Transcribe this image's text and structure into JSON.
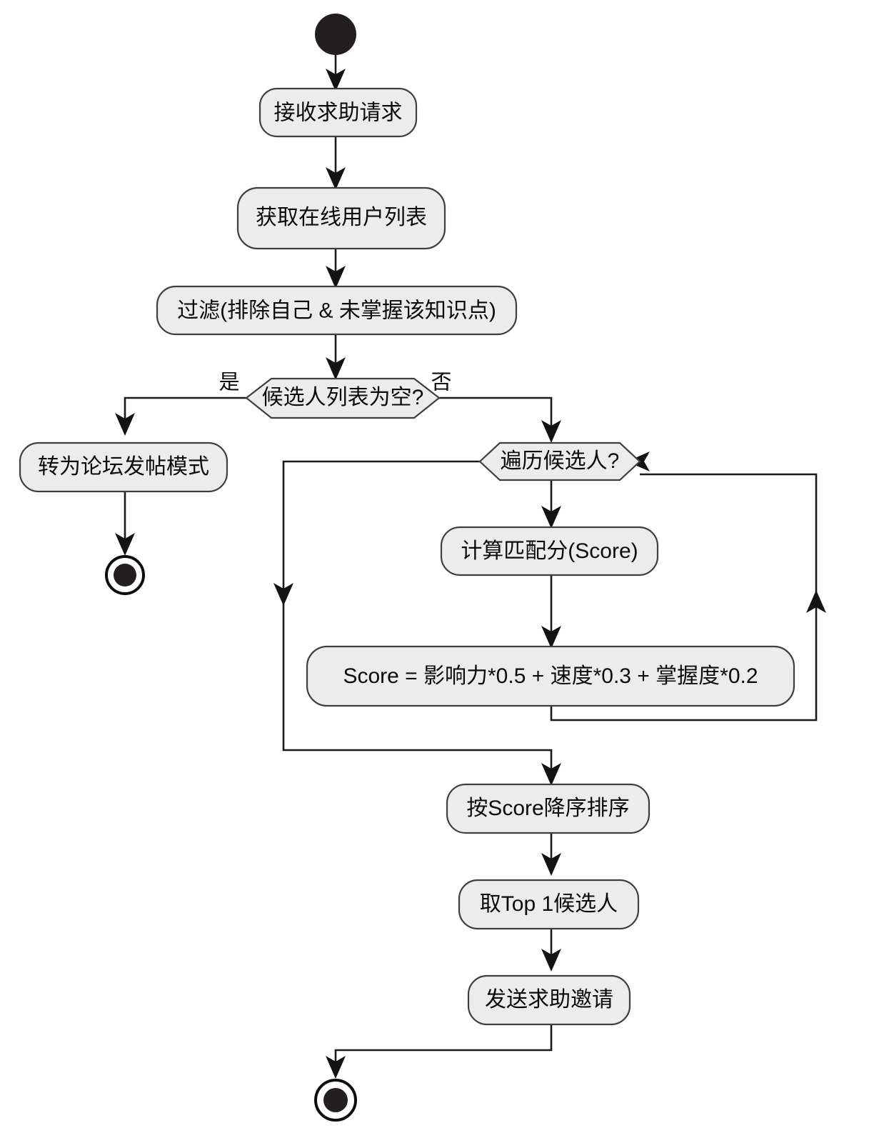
{
  "diagram": {
    "type": "uml-activity-flowchart",
    "orientation": "top-to-bottom",
    "background_color": "#ffffff",
    "node_fill_color": "#ececec",
    "node_stroke_color": "#3f3f3f",
    "edge_color": "#1b1b1b",
    "terminal_color": "#231f20",
    "nodes": {
      "start": {
        "kind": "start-node",
        "label": ""
      },
      "receive_request": {
        "kind": "action",
        "label": "接收求助请求"
      },
      "fetch_online_users": {
        "kind": "action",
        "label": "获取在线用户列表"
      },
      "filter_candidates": {
        "kind": "action",
        "label": "过滤(排除自己 & 未掌握该知识点)"
      },
      "candidate_empty_decision": {
        "kind": "decision",
        "label": "候选人列表为空?"
      },
      "forum_post_mode": {
        "kind": "action",
        "label": "转为论坛发帖模式"
      },
      "end_forum": {
        "kind": "end-node",
        "label": ""
      },
      "iterate_candidates_decision": {
        "kind": "decision",
        "label": "遍历候选人?"
      },
      "compute_score": {
        "kind": "action",
        "label": "计算匹配分(Score)"
      },
      "score_formula": {
        "kind": "action",
        "label": "Score = 影响力*0.5 + 速度*0.3 + 掌握度*0.2"
      },
      "sort_by_score": {
        "kind": "action",
        "label": "按Score降序排序"
      },
      "take_top1": {
        "kind": "action",
        "label": "取Top 1候选人"
      },
      "send_invite": {
        "kind": "action",
        "label": "发送求助邀请"
      },
      "end_invite": {
        "kind": "end-node",
        "label": ""
      }
    },
    "edge_labels": {
      "candidate_empty_yes": "是",
      "candidate_empty_no": "否"
    },
    "edges": [
      {
        "from": "start",
        "to": "receive_request",
        "label": ""
      },
      {
        "from": "receive_request",
        "to": "fetch_online_users",
        "label": ""
      },
      {
        "from": "fetch_online_users",
        "to": "filter_candidates",
        "label": ""
      },
      {
        "from": "filter_candidates",
        "to": "candidate_empty_decision",
        "label": ""
      },
      {
        "from": "candidate_empty_decision",
        "to": "forum_post_mode",
        "label": "是"
      },
      {
        "from": "candidate_empty_decision",
        "to": "iterate_candidates_decision",
        "label": "否"
      },
      {
        "from": "forum_post_mode",
        "to": "end_forum",
        "label": ""
      },
      {
        "from": "iterate_candidates_decision",
        "to": "compute_score",
        "label": ""
      },
      {
        "from": "iterate_candidates_decision",
        "to": "sort_by_score",
        "label": ""
      },
      {
        "from": "compute_score",
        "to": "score_formula",
        "label": ""
      },
      {
        "from": "score_formula",
        "to": "iterate_candidates_decision",
        "label": ""
      },
      {
        "from": "sort_by_score",
        "to": "take_top1",
        "label": ""
      },
      {
        "from": "take_top1",
        "to": "send_invite",
        "label": ""
      },
      {
        "from": "send_invite",
        "to": "end_invite",
        "label": ""
      }
    ]
  }
}
